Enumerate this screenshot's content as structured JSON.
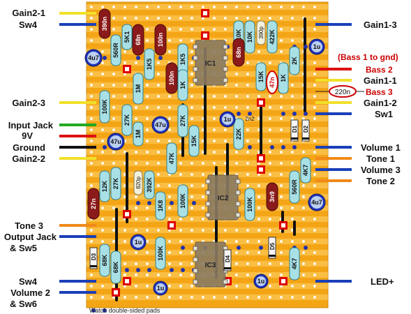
{
  "colors": {
    "board": "#f4a516",
    "stripe": "#ffd36b",
    "hole": "#ffffff",
    "link": "#111111",
    "resistor": "#a8e0e6",
    "cap_film": "#8b1a1a",
    "cap_elec": "#2233bb",
    "ic": "#8a7b63",
    "cut": "#dd0000",
    "accent_red": "#cc0000"
  },
  "labels_left": [
    {
      "id": "gain2-1",
      "text": "Gain2-1"
    },
    {
      "id": "sw4-top",
      "text": "Sw4"
    },
    {
      "id": "gain2-3",
      "text": "Gain2-3"
    },
    {
      "id": "input-jack",
      "text": "Input Jack"
    },
    {
      "id": "9v",
      "text": "9V"
    },
    {
      "id": "ground",
      "text": "Ground"
    },
    {
      "id": "gain2-2",
      "text": "Gain2-2"
    },
    {
      "id": "tone3",
      "text": "Tone 3"
    },
    {
      "id": "output-jack",
      "text": "Output Jack"
    },
    {
      "id": "sw5",
      "text": "& Sw5"
    },
    {
      "id": "sw4-bottom",
      "text": "Sw4"
    },
    {
      "id": "volume2",
      "text": "Volume 2"
    },
    {
      "id": "sw6",
      "text": "& Sw6"
    }
  ],
  "labels_right": [
    {
      "id": "gain1-3",
      "text": "Gain1-3"
    },
    {
      "id": "bass1",
      "text": "(Bass 1 to gnd)"
    },
    {
      "id": "bass2",
      "text": "Bass 2"
    },
    {
      "id": "gain1-1",
      "text": "Gain1-1"
    },
    {
      "id": "bass3",
      "text": "Bass 3"
    },
    {
      "id": "gain1-2",
      "text": "Gain1-2"
    },
    {
      "id": "sw1",
      "text": "Sw1"
    },
    {
      "id": "volume1",
      "text": "Volume 1"
    },
    {
      "id": "tone1",
      "text": "Tone 1"
    },
    {
      "id": "volume3",
      "text": "Volume 3"
    },
    {
      "id": "tone2",
      "text": "Tone 2"
    },
    {
      "id": "led",
      "text": "LED+"
    }
  ],
  "offboard_cap": "220n",
  "bottom_note": "Watch double-sided pads"
}
